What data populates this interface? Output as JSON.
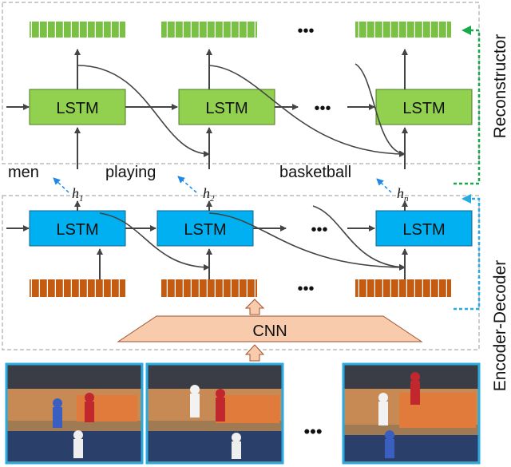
{
  "reconstructor": {
    "label": "Reconstructor",
    "cells": [
      "LSTM",
      "LSTM",
      "LSTM"
    ]
  },
  "encoder_decoder": {
    "label": "Encoder-Decoder",
    "cells": [
      "LSTM",
      "LSTM",
      "LSTM"
    ],
    "hidden_states": [
      {
        "symbol": "h",
        "sub": "1"
      },
      {
        "symbol": "h",
        "sub": "2"
      },
      {
        "symbol": "h",
        "sub": "n"
      }
    ]
  },
  "words": [
    "men",
    "playing",
    "basketball"
  ],
  "cnn_label": "CNN",
  "ellipsis": "•••",
  "colors": {
    "lstm_green": "#92d050",
    "lstm_blue": "#00b0f0",
    "feature_green": "#7ac143",
    "feature_orange": "#c55a11",
    "cnn_fill": "#f8cbad",
    "frame_border": "#29abe2",
    "reconstruct_arrow": "#19a84a",
    "decode_arrow": "#1e88e5"
  },
  "icons": [
    "dotted-arrow-icon",
    "ellipsis-icon"
  ]
}
